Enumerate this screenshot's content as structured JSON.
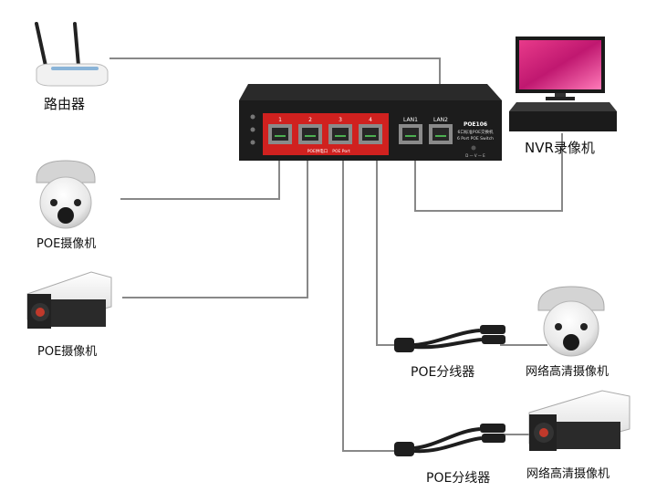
{
  "labels": {
    "router": "路由器",
    "nvr": "NVR录像机",
    "poe_camera_1": "POE摄像机",
    "poe_camera_2": "POE摄像机",
    "splitter_1": "POE分线器",
    "splitter_2": "POE分线器",
    "net_camera_1": "网络高清摄像机",
    "net_camera_2": "网络高清摄像机"
  },
  "switch": {
    "model": "POE106",
    "subtitle_cn": "6口标准POE交换机",
    "subtitle_en": "6 Port POE Switch",
    "poe_ports": [
      "1",
      "2",
      "3",
      "4"
    ],
    "lan_ports": [
      "LAN1",
      "LAN2"
    ],
    "poe_strip_cn": "POE供电口",
    "poe_strip_en": "POE Port",
    "power_label": "D — V — E"
  },
  "colors": {
    "cable": "#888888",
    "switch_body": "#1c1c1c",
    "poe_panel": "#d0211f",
    "port_accent": "#4caf50"
  }
}
